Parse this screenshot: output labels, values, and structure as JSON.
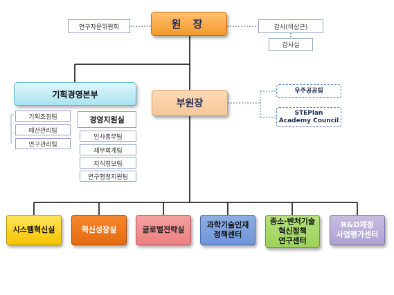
{
  "director": "원 장",
  "advisory_committee": "연구자문위원회",
  "auditor": "감사(비상근)",
  "audit_office": "감사실",
  "deputy_director": "부원장",
  "planning_hq": {
    "title": "기획경영본부",
    "teams": [
      "기획조정팀",
      "예산관리팀",
      "연구관리팀"
    ],
    "management_office": {
      "title": "경영지원실",
      "teams": [
        "인사총무팀",
        "재무회계팀",
        "지식정보팀",
        "연구행정지원팀"
      ]
    }
  },
  "deputy_units": [
    "우주공공팀",
    "STEPlan\nAcademy Council"
  ],
  "departments": [
    {
      "label": "시스템혁신실",
      "color": "#f5c400"
    },
    {
      "label": "혁신성장실",
      "color": "#e46a10"
    },
    {
      "label": "글로벌전략실",
      "color": "#ec8080"
    },
    {
      "label": "과학기술인재\n정책센터",
      "color": "#6f95d6"
    },
    {
      "label": "중소·벤처기술\n혁신정책\n연구센터",
      "color": "#9bd15a"
    },
    {
      "label": "R&D재정\n사업평가센터",
      "color": "#ada2d2"
    }
  ]
}
